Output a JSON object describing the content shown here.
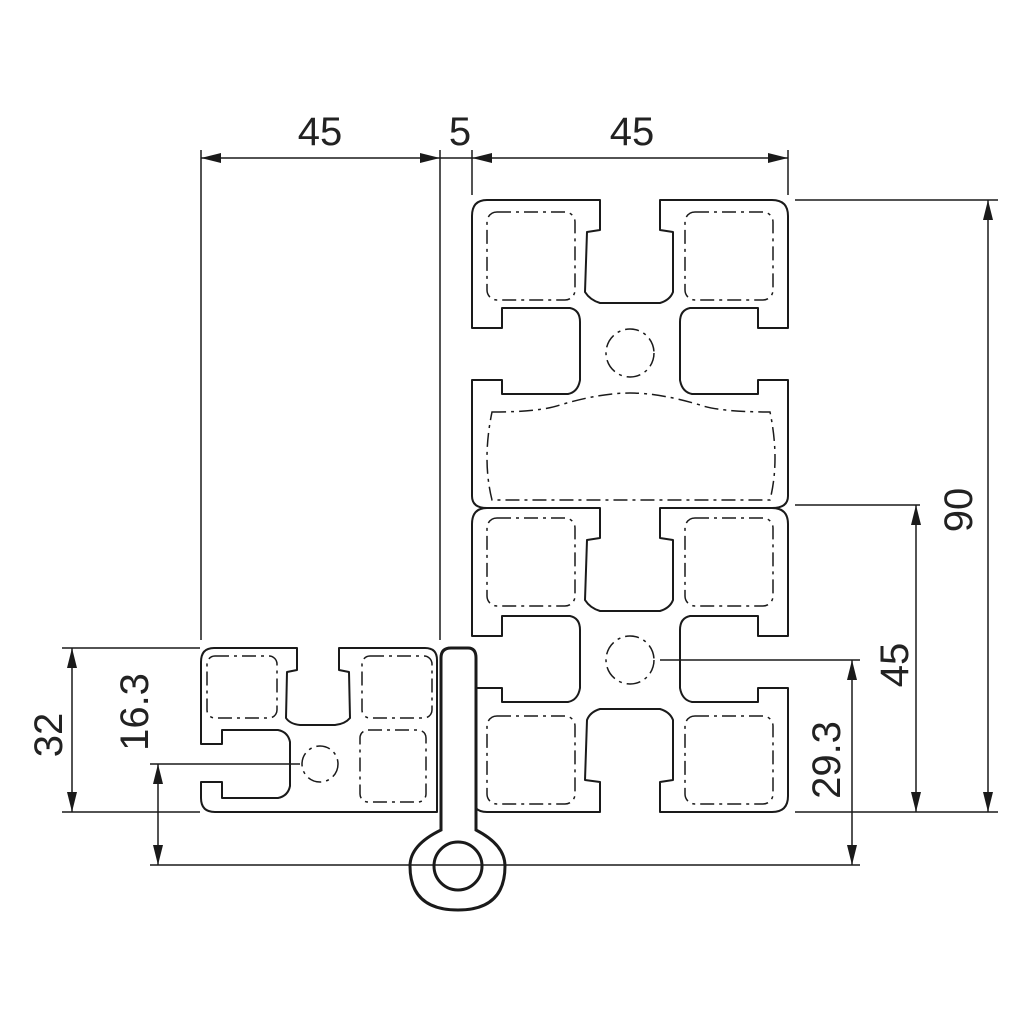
{
  "dimensions": {
    "top_left_width": "45",
    "gap": "5",
    "top_right_width": "45",
    "right_total_height": "90",
    "right_center_height": "45",
    "right_hinge_offset": "29.3",
    "left_height": "32",
    "left_hinge_offset": "16.3"
  }
}
